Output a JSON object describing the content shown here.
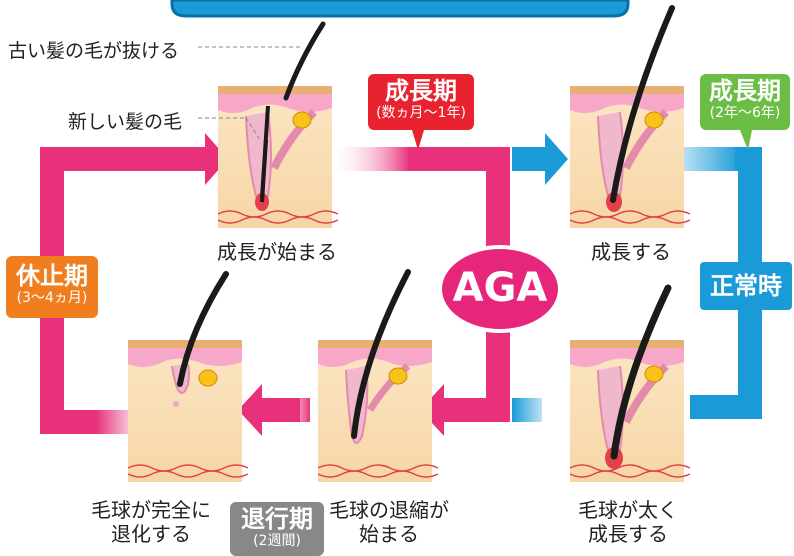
{
  "annotations": {
    "old_hair": "古い髪の毛が抜ける",
    "new_hair": "新しい髪の毛"
  },
  "stages": {
    "growth_start": "成長が始まる",
    "growing": "成長する",
    "bulb_thick": [
      "毛球が太く",
      "成長する"
    ],
    "regression_start": [
      "毛球の退縮が",
      "始まる"
    ],
    "regression_complete": [
      "毛球が完全に",
      "退化する"
    ]
  },
  "phases": {
    "aga_growth": {
      "name": "成長期",
      "duration": "(数ヵ月〜1年)",
      "color": "#e8222e"
    },
    "normal_growth": {
      "name": "成長期",
      "duration": "(2年〜6年)",
      "color": "#6cbd45"
    },
    "normal": {
      "name": "正常時",
      "color": "#1a9ad6"
    },
    "rest": {
      "name": "休止期",
      "duration": "(3〜4ヵ月)",
      "color": "#f07e1e"
    },
    "regression": {
      "name": "退行期",
      "duration": "(2週間)",
      "color": "#888888"
    }
  },
  "aga": {
    "label": "AGA",
    "color": "#e6267a"
  },
  "colors": {
    "aga_arrow": "#e8317a",
    "normal_arrow": "#1a9ad6",
    "skin": "#f8ddb6",
    "skin_top": "#f7a8c8"
  }
}
